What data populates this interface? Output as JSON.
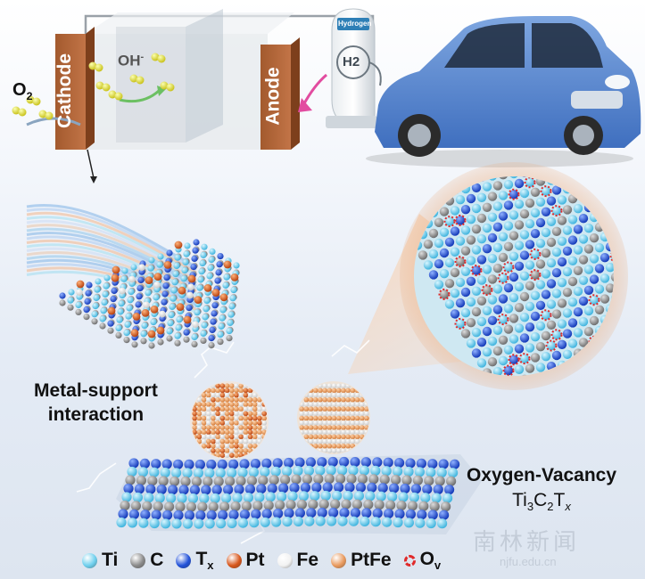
{
  "fuel_cell": {
    "cathode": "Cathode",
    "anode": "Anode",
    "oh_main": "OH",
    "oh_sup": "-",
    "o2_main": "O",
    "o2_sub": "2"
  },
  "hydrogen_station": {
    "tank_label": "Hydrogen",
    "badge": "H2"
  },
  "labels": {
    "msi_line1": "Metal-support",
    "msi_line2": "interaction",
    "ov_line1": "Oxygen-Vacancy",
    "ov_formula": [
      {
        "t": "Ti",
        "sub": "3"
      },
      {
        "t": "C",
        "sub": "2"
      },
      {
        "t": "T",
        "sub": "x"
      }
    ]
  },
  "legend": [
    {
      "main": "Ti",
      "sub": "",
      "color": "#6fd0ee",
      "type": "ball"
    },
    {
      "main": "C",
      "sub": "",
      "color": "#8a8a8a",
      "type": "ball"
    },
    {
      "main": "T",
      "sub": "x",
      "color": "#2252d9",
      "type": "ball"
    },
    {
      "main": "Pt",
      "sub": "",
      "color": "#d8571c",
      "type": "ball"
    },
    {
      "main": "Fe",
      "sub": "",
      "color": "#f2f2f2",
      "type": "ball"
    },
    {
      "main": "PtFe",
      "sub": "",
      "color": "#e99a5e",
      "type": "ball"
    },
    {
      "main": "O",
      "sub": "v",
      "color": "#e02a2a",
      "type": "ring"
    }
  ],
  "watermark": {
    "cn": "南林新闻",
    "url": "njfu.edu.cn"
  }
}
